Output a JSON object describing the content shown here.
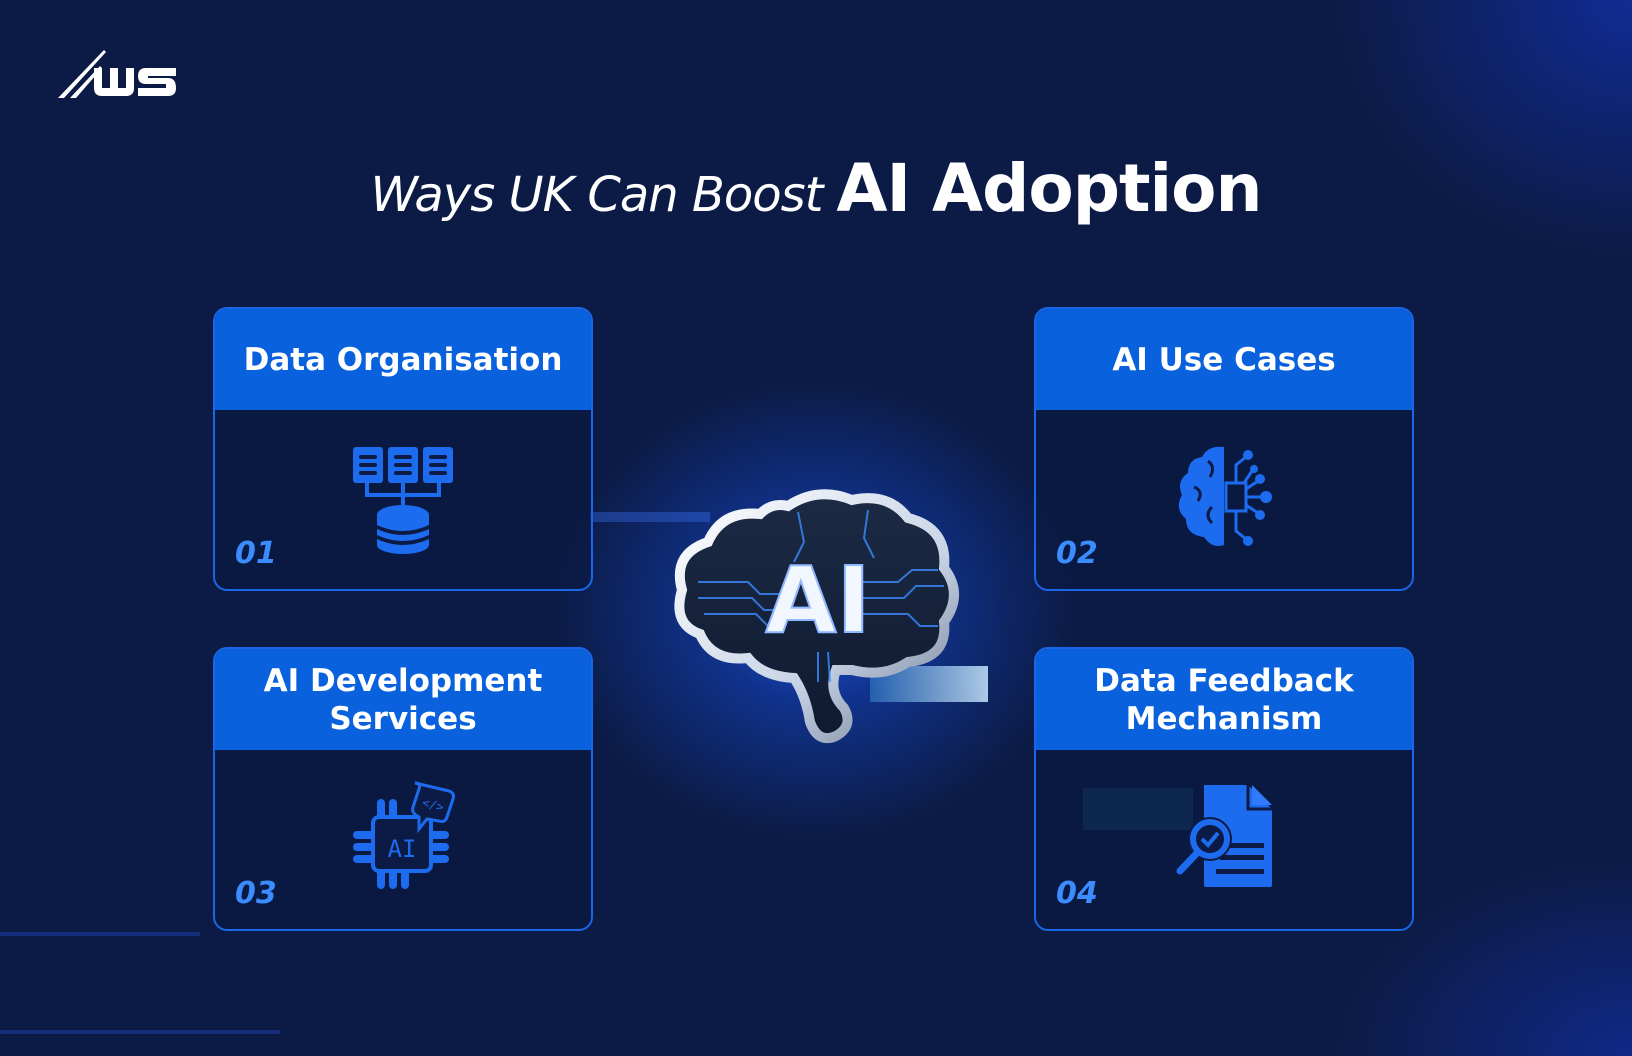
{
  "logo": {
    "text": "WS",
    "icon": "ws-logo-icon"
  },
  "title": {
    "light": "Ways UK Can Boost",
    "bold": "AI Adoption"
  },
  "center": {
    "label": "AI",
    "icon": "ai-brain-icon"
  },
  "cards": [
    {
      "number": "01",
      "title": "Data Organisation",
      "icon": "database-network-icon"
    },
    {
      "number": "02",
      "title": "AI Use Cases",
      "icon": "brain-circuit-icon"
    },
    {
      "number": "03",
      "title": "AI Development Services",
      "icon": "ai-chip-code-icon"
    },
    {
      "number": "04",
      "title": "Data Feedback Mechanism",
      "icon": "document-search-check-icon"
    }
  ],
  "colors": {
    "background": "#0c1b45",
    "accent": "#0961dd",
    "number": "#3b8cff",
    "border": "#1a66e6"
  }
}
